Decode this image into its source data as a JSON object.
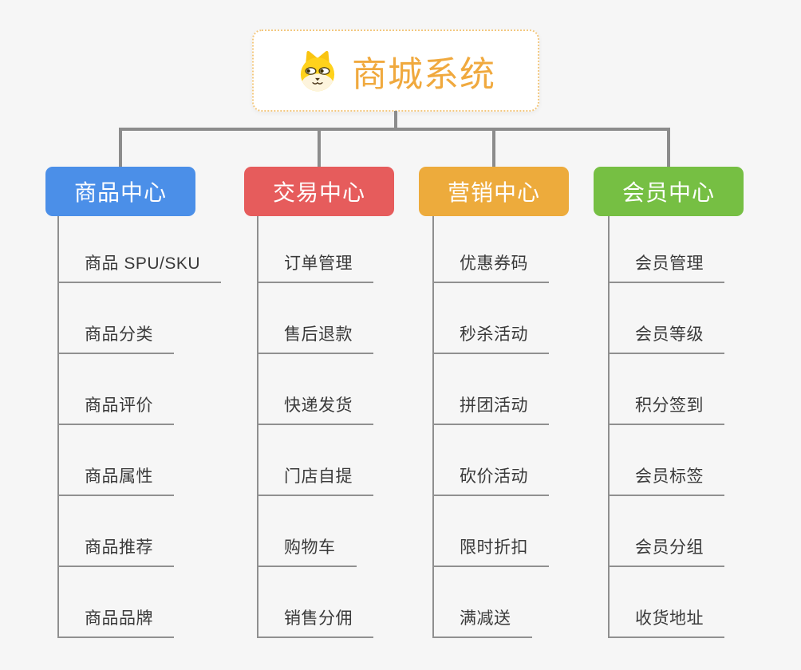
{
  "root": {
    "title": "商城系统",
    "title_color": "#f0a93e",
    "border_color": "#f3c880",
    "icon": "dog-face-icon"
  },
  "connector_color": "#8c8c8c",
  "branches": [
    {
      "label": "商品中心",
      "color": "#4b8fe8",
      "items": [
        "商品 SPU/SKU",
        "商品分类",
        "商品评价",
        "商品属性",
        "商品推荐",
        "商品品牌"
      ]
    },
    {
      "label": "交易中心",
      "color": "#e65c5c",
      "items": [
        "订单管理",
        "售后退款",
        "快递发货",
        "门店自提",
        "购物车",
        "销售分佣"
      ]
    },
    {
      "label": "营销中心",
      "color": "#edab3c",
      "items": [
        "优惠券码",
        "秒杀活动",
        "拼团活动",
        "砍价活动",
        "限时折扣",
        "满减送"
      ]
    },
    {
      "label": "会员中心",
      "color": "#76bf43",
      "items": [
        "会员管理",
        "会员等级",
        "积分签到",
        "会员标签",
        "会员分组",
        "收货地址"
      ]
    }
  ]
}
